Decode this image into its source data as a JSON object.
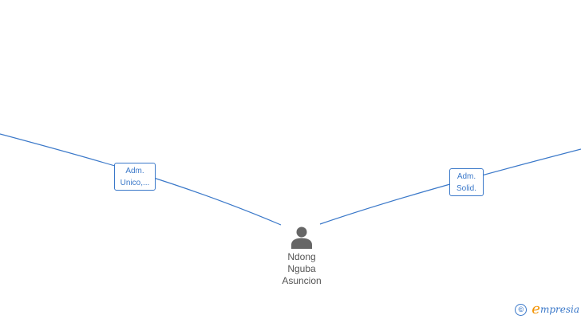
{
  "edges": [
    {
      "id": "left",
      "label_lines": [
        "Adm.",
        "Unico,..."
      ]
    },
    {
      "id": "right",
      "label_lines": [
        "Adm.",
        "Solid."
      ]
    }
  ],
  "person": {
    "name_lines": [
      "Ndong",
      "Nguba",
      "Asuncion"
    ]
  },
  "brand": {
    "copyright_symbol": "©",
    "logo_first_letter": "e",
    "logo_rest": "mpresia"
  },
  "colors": {
    "edge": "#3a78c9",
    "person_icon": "#666666",
    "brand_accent": "#f39200"
  }
}
